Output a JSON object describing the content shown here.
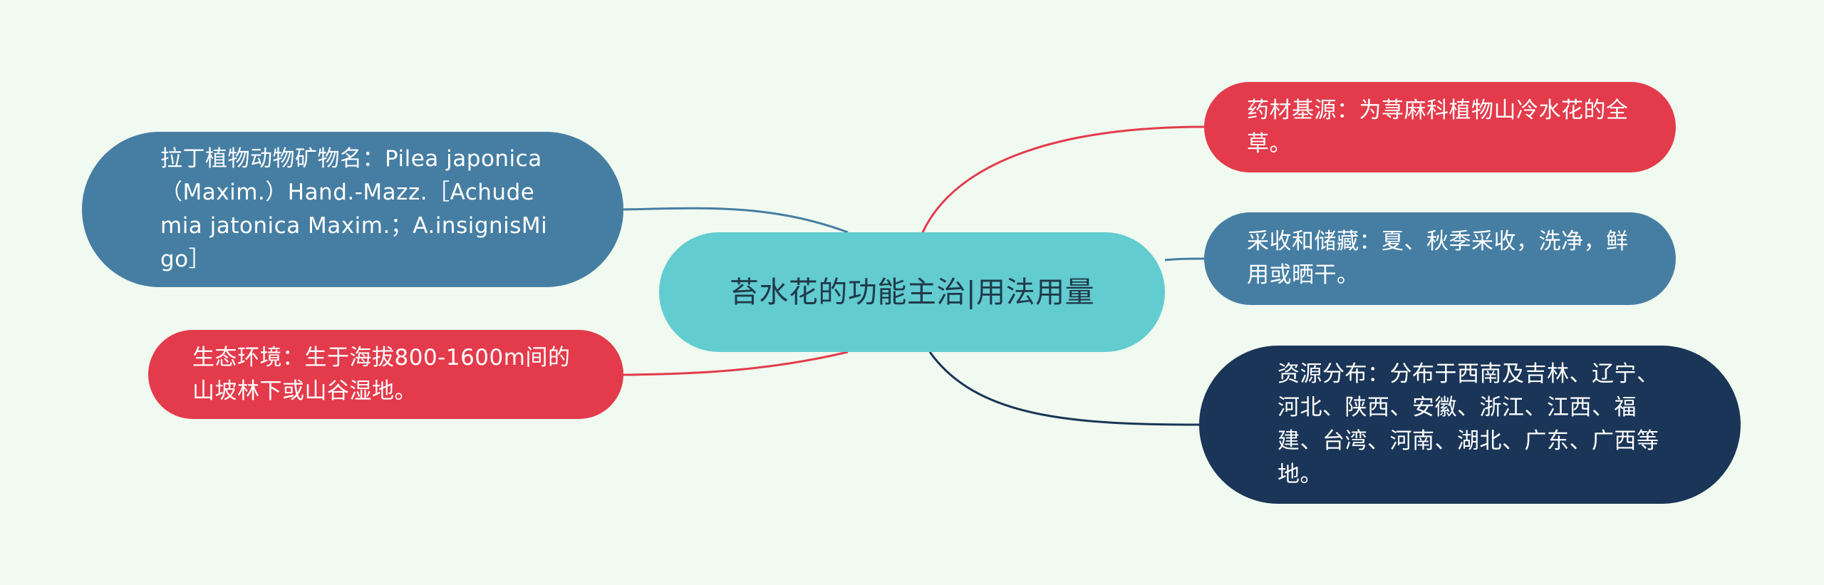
{
  "center": {
    "title": "苔水花的功能主治|用法用量"
  },
  "nodes": {
    "latin_name": "拉丁植物动物矿物名：Pilea japonica （Maxim.）Hand.-Mazz.［Achudemia jatonica Maxim.；A.insignisMigo］",
    "ecology": "生态环境：生于海拔800-1600m间的山坡林下或山谷湿地。",
    "source": "药材基源：为荨麻科植物山冷水花的全草。",
    "harvest": "采收和储藏：夏、秋季采收，洗净，鲜用或晒干。",
    "distribution": "资源分布：分布于西南及吉林、辽宁、河北、陕西、安徽、浙江、江西、福建、台湾、河南、湖北、广东、广西等地。"
  },
  "colors": {
    "background": "#f0faf0",
    "center": "#62ccd0",
    "steel_blue": "#467ea3",
    "red": "#e33b4b",
    "navy": "#1a3557"
  }
}
